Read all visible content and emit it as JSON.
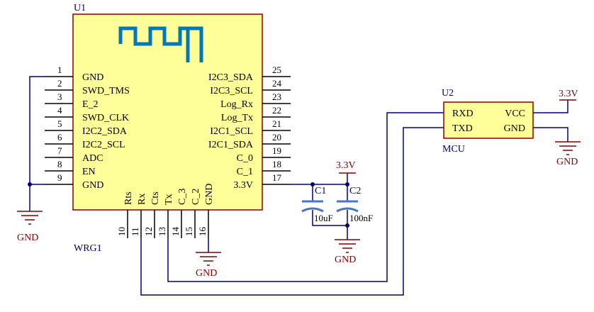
{
  "module": {
    "designator": "U1",
    "footer_label": "WRG1",
    "left_pins": [
      {
        "num": "1",
        "name": "GND"
      },
      {
        "num": "2",
        "name": "SWD_TMS"
      },
      {
        "num": "3",
        "name": "E_2"
      },
      {
        "num": "4",
        "name": "SWD_CLK"
      },
      {
        "num": "5",
        "name": "I2C2_SDA"
      },
      {
        "num": "6",
        "name": "I2C2_SCL"
      },
      {
        "num": "7",
        "name": "ADC"
      },
      {
        "num": "8",
        "name": "EN"
      },
      {
        "num": "9",
        "name": "GND"
      }
    ],
    "right_pins": [
      {
        "num": "25",
        "name": "I2C3_SDA"
      },
      {
        "num": "24",
        "name": "I2C3_SCL"
      },
      {
        "num": "23",
        "name": "Log_Rx"
      },
      {
        "num": "22",
        "name": "Log_Tx"
      },
      {
        "num": "21",
        "name": "I2C1_SCL"
      },
      {
        "num": "20",
        "name": "I2C1_SDA"
      },
      {
        "num": "19",
        "name": "C_0"
      },
      {
        "num": "18",
        "name": "C_1"
      },
      {
        "num": "17",
        "name": "3.3V"
      }
    ],
    "bottom_pins": [
      {
        "num": "10",
        "name": "Rts"
      },
      {
        "num": "11",
        "name": "Rx"
      },
      {
        "num": "12",
        "name": "Cts"
      },
      {
        "num": "13",
        "name": "Tx"
      },
      {
        "num": "14",
        "name": "C_3"
      },
      {
        "num": "15",
        "name": "C_2"
      },
      {
        "num": "16",
        "name": "GND"
      }
    ]
  },
  "mcu": {
    "designator": "U2",
    "footer_label": "MCU",
    "left_pins": [
      "RXD",
      "TXD"
    ],
    "right_pins": [
      "VCC",
      "GND"
    ]
  },
  "capacitors": [
    {
      "designator": "C1",
      "value": "10uF"
    },
    {
      "designator": "C2",
      "value": "100nF"
    }
  ],
  "power": {
    "vcc_cap": "3.3V",
    "vcc_mcu": "3.3V",
    "gnd_left": "GND",
    "gnd_bottom": "GND",
    "gnd_cap": "GND",
    "gnd_mcu": "GND"
  },
  "colors": {
    "component_fill": "#ffff99",
    "component_border": "#8b0000",
    "wire": "#000080",
    "power_symbol": "#800000",
    "antenna": "#0077bb",
    "capacitor": "#4477cc"
  }
}
